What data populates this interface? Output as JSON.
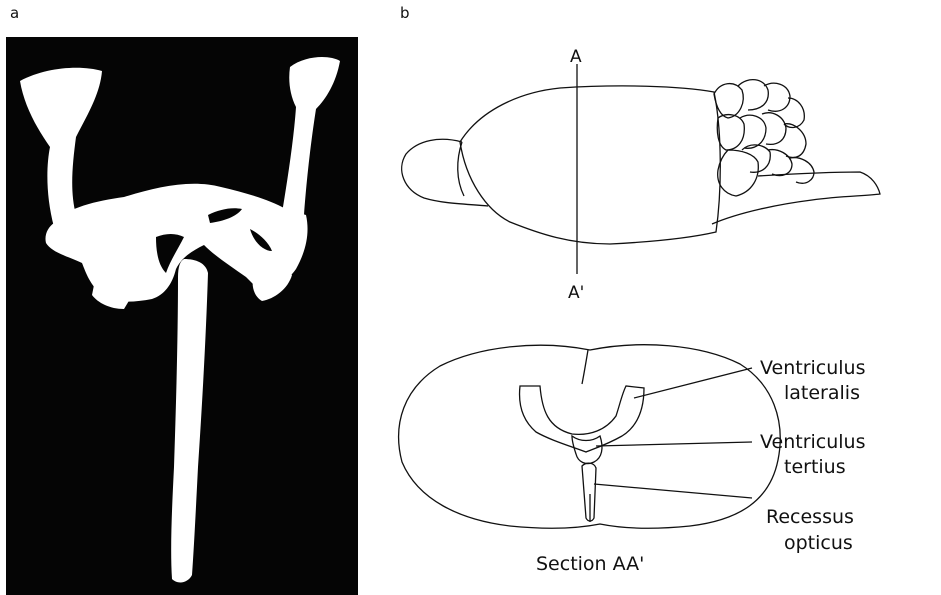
{
  "panels": {
    "a": "a",
    "b": "b"
  },
  "lateral_view": {
    "top_marker": "A",
    "bottom_marker": "A'"
  },
  "section": {
    "caption": "Section AA'",
    "labels": [
      {
        "line1": "Ventriculus",
        "line2": "lateralis"
      },
      {
        "line1": "Ventriculus",
        "line2": "tertius"
      },
      {
        "line1": "Recessus",
        "line2": "opticus"
      }
    ]
  },
  "colors": {
    "background": "#ffffff",
    "photo_background": "#050505",
    "cast": "#ffffff",
    "ink": "#111111"
  }
}
